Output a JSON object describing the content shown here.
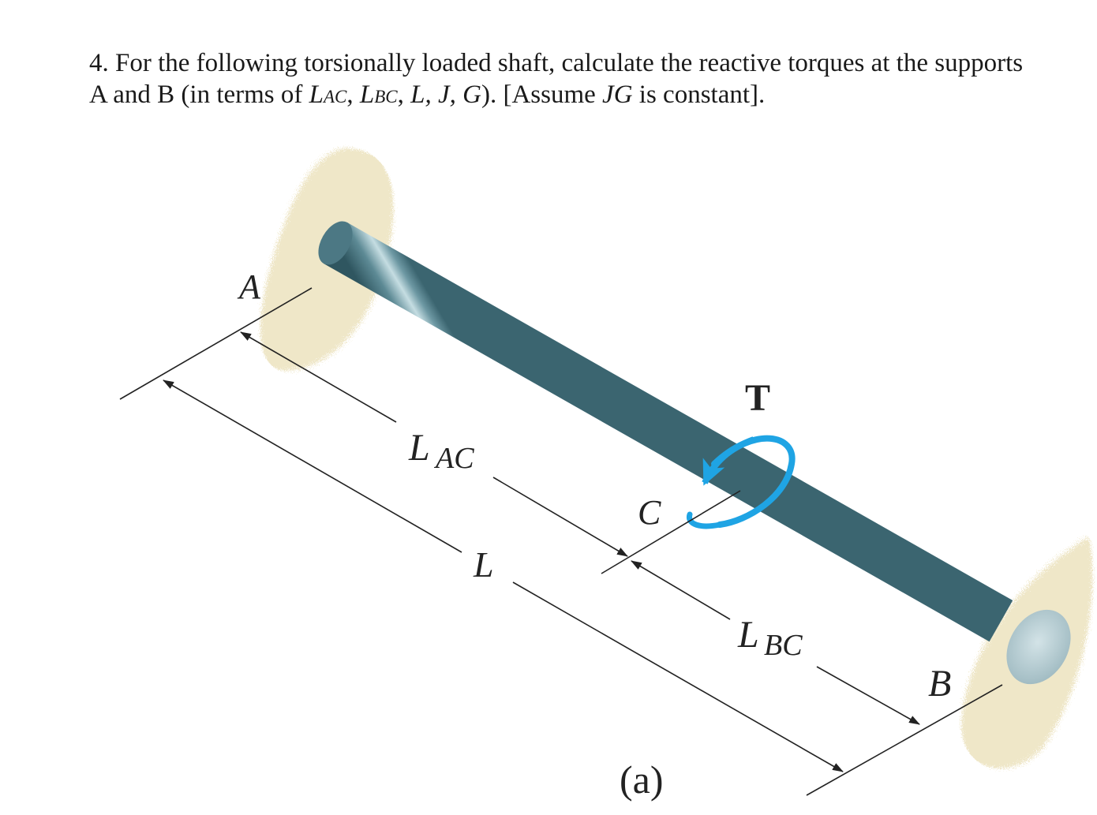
{
  "problem": {
    "number": "4.",
    "line1": "For the following torsionally loaded shaft, calculate the reactive torques at the supports",
    "line2_prefix": "A and B (in terms of ",
    "var_L": "L",
    "sub_AC": "AC",
    "sub_BC": "BC",
    "sep": ", ",
    "tail_vars": "L, J, G",
    "close_paren": "). [Assume ",
    "jg": "JG",
    "constant": " is constant]."
  },
  "figure": {
    "label_A": "A",
    "label_B": "B",
    "label_C": "C",
    "label_T": "T",
    "label_L": "L",
    "label_LAC_main": "L",
    "label_LAC_sub": "AC",
    "label_LBC_main": "L",
    "label_LBC_sub": "BC",
    "caption": "(a)",
    "colors": {
      "shaft": "#5d8a95",
      "shaft_highlight": "#bcd6dc",
      "shaft_dark": "#2f5660",
      "wall": "#efe7c8",
      "torque_arrow": "#1fa4e4",
      "dimension": "#222222"
    }
  }
}
